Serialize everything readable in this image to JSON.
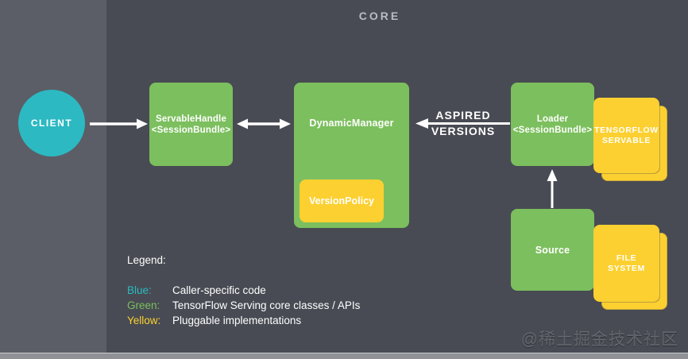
{
  "title": "CORE",
  "client": {
    "label": "CLIENT"
  },
  "nodes": {
    "servable_handle": {
      "line1": "ServableHandle",
      "line2": "<SessionBundle>"
    },
    "dynamic_manager": {
      "label": "DynamicManager"
    },
    "version_policy": {
      "label": "VersionPolicy"
    },
    "loader": {
      "line1": "Loader",
      "line2": "<SessionBundle>"
    },
    "tensorflow_servable": {
      "line1": "TENSORFLOW",
      "line2": "SERVABLE"
    },
    "source": {
      "label": "Source"
    },
    "file_system": {
      "line1": "FILE",
      "line2": "SYSTEM"
    }
  },
  "edges": [
    {
      "from": "client",
      "to": "servable_handle",
      "direction": "right"
    },
    {
      "from": "servable_handle",
      "to": "dynamic_manager",
      "direction": "both"
    },
    {
      "from": "loader",
      "to": "dynamic_manager",
      "direction": "left",
      "label": "ASPIRED VERSIONS"
    },
    {
      "from": "source",
      "to": "loader",
      "direction": "up"
    }
  ],
  "aspired": {
    "line1": "ASPIRED",
    "line2": "VERSIONS"
  },
  "legend": {
    "title": "Legend:",
    "items": [
      {
        "label": "Blue:",
        "desc": "Caller-specific code",
        "color": "#2CB9C2"
      },
      {
        "label": "Green:",
        "desc": "TensorFlow Serving core classes / APIs",
        "color": "#7CBF5E"
      },
      {
        "label": "Yellow:",
        "desc": "Pluggable implementations",
        "color": "#FCD030"
      }
    ]
  },
  "watermark": "@稀土掘金技术社区",
  "colors": {
    "background_core": "#484B53",
    "background_left": "#5B5E66",
    "green_box": "#7CBF5E",
    "yellow_box": "#FCD030",
    "teal_circle": "#2CB9C2",
    "arrow": "#FFFFFF",
    "core_label": "#B9BCC2"
  }
}
